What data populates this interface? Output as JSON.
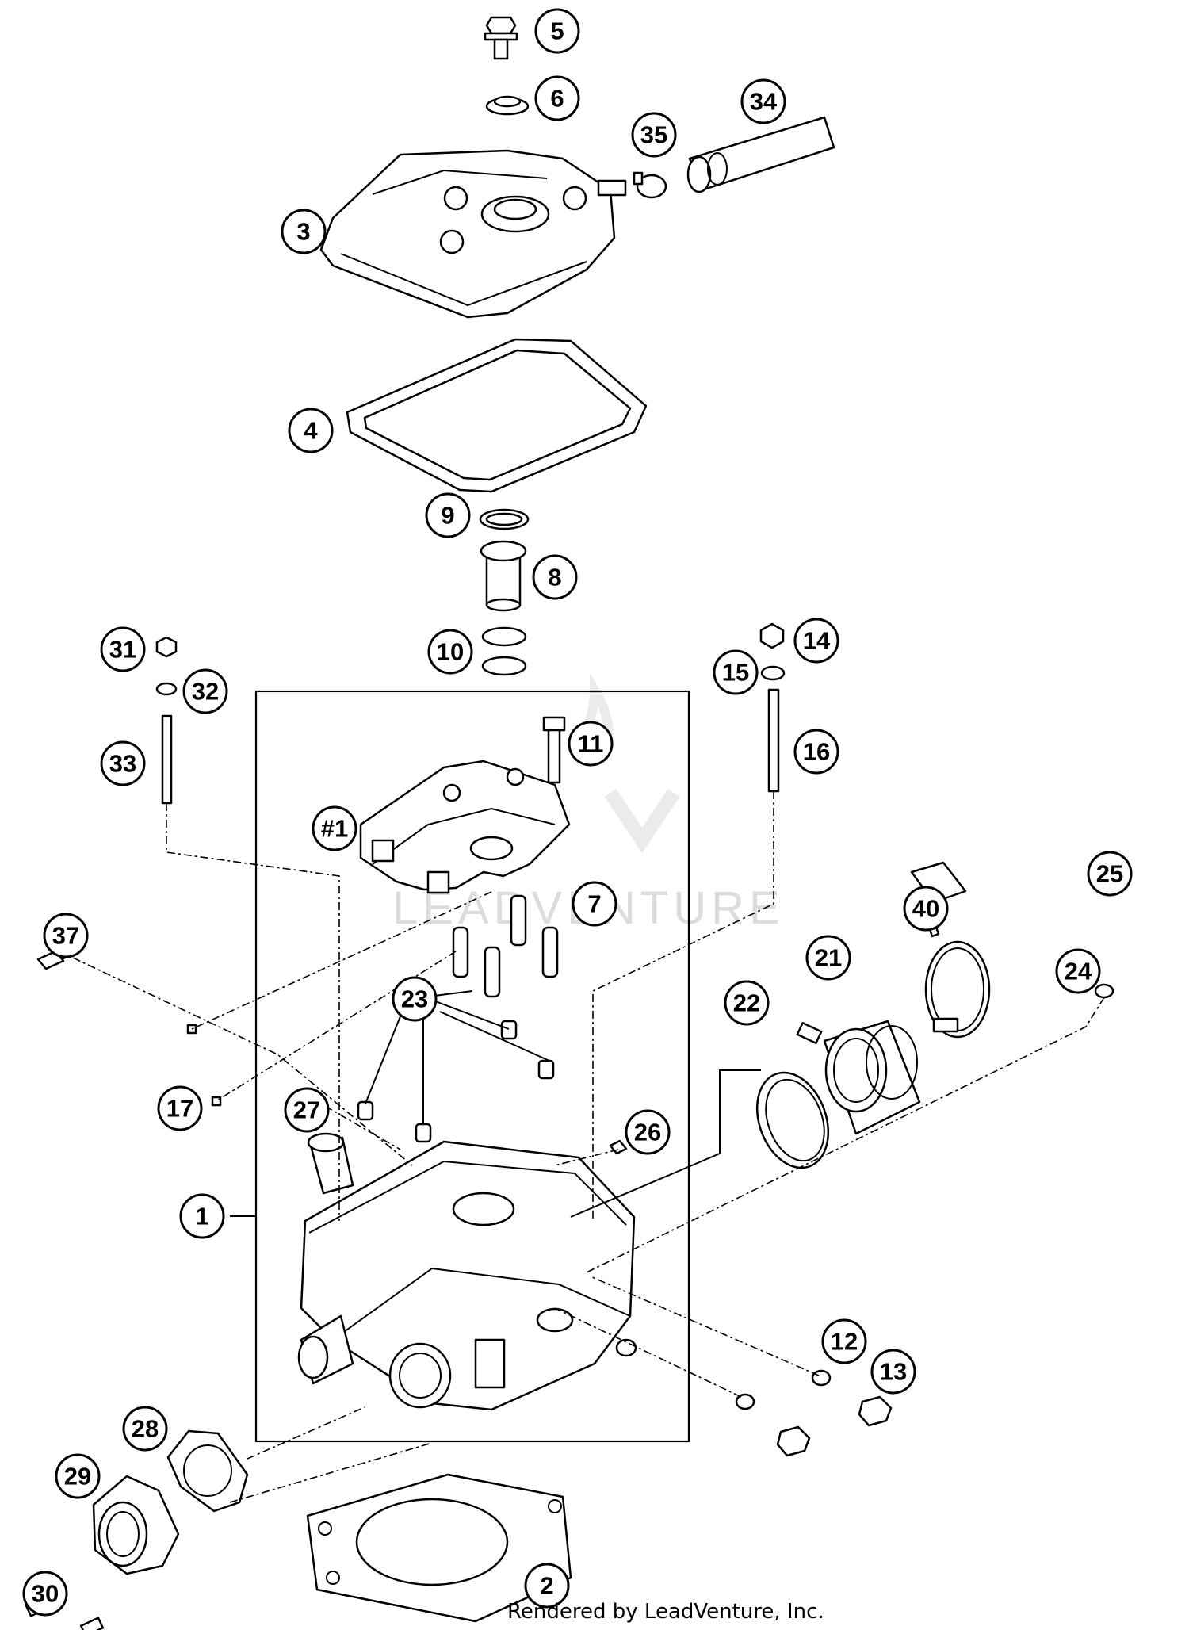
{
  "watermark": "LEADVENTURE",
  "credit": "Rendered by LeadVenture, Inc.",
  "callouts": [
    "1",
    "2",
    "3",
    "4",
    "5",
    "6",
    "7",
    "8",
    "9",
    "10",
    "11",
    "12",
    "13",
    "14",
    "15",
    "16",
    "17",
    "21",
    "22",
    "23",
    "24",
    "25",
    "26",
    "27",
    "28",
    "29",
    "30",
    "31",
    "32",
    "33",
    "34",
    "35",
    "37",
    "40",
    "#1"
  ]
}
